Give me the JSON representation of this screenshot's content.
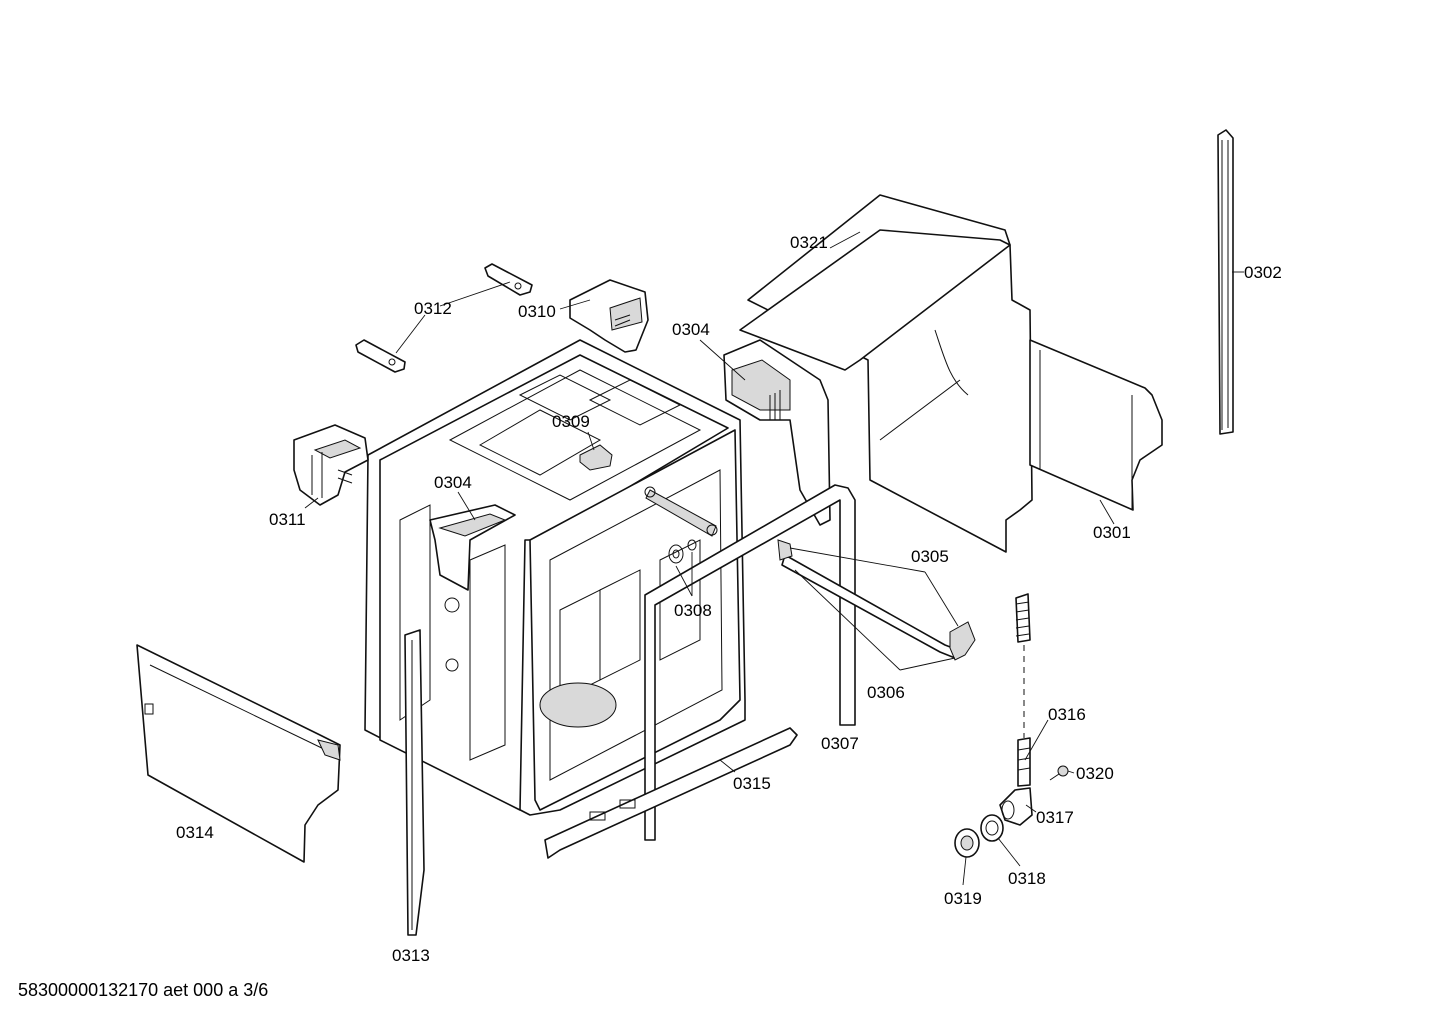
{
  "diagram": {
    "parts": [
      {
        "id": "0301",
        "label": "0301"
      },
      {
        "id": "0302",
        "label": "0302"
      },
      {
        "id": "0304a",
        "label": "0304"
      },
      {
        "id": "0304b",
        "label": "0304"
      },
      {
        "id": "0305",
        "label": "0305"
      },
      {
        "id": "0306",
        "label": "0306"
      },
      {
        "id": "0307",
        "label": "0307"
      },
      {
        "id": "0308",
        "label": "0308"
      },
      {
        "id": "0309",
        "label": "0309"
      },
      {
        "id": "0310",
        "label": "0310"
      },
      {
        "id": "0311",
        "label": "0311"
      },
      {
        "id": "0312",
        "label": "0312"
      },
      {
        "id": "0313",
        "label": "0313"
      },
      {
        "id": "0314",
        "label": "0314"
      },
      {
        "id": "0315",
        "label": "0315"
      },
      {
        "id": "0316",
        "label": "0316"
      },
      {
        "id": "0317",
        "label": "0317"
      },
      {
        "id": "0318",
        "label": "0318"
      },
      {
        "id": "0319",
        "label": "0319"
      },
      {
        "id": "0320",
        "label": "0320"
      },
      {
        "id": "0321",
        "label": "0321"
      }
    ]
  },
  "footer": {
    "document_id": "58300000132170 aet 000 a 3/6"
  }
}
